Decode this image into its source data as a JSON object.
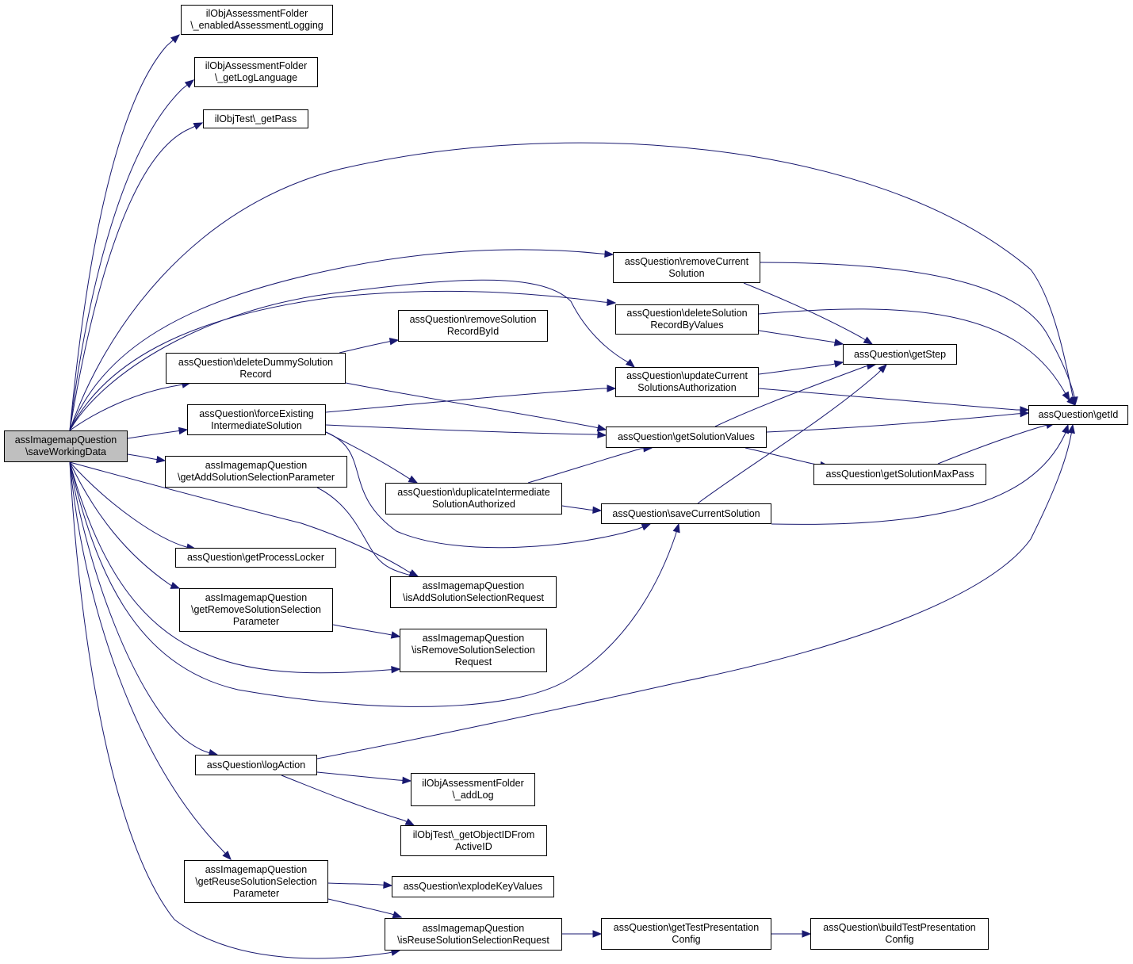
{
  "diagram": {
    "colors": {
      "edge": "#191970",
      "root_fill": "#bfbfbf",
      "node_fill": "#ffffff",
      "node_border": "#000000"
    },
    "nodes": [
      {
        "id": "root",
        "lines": [
          "assImagemapQuestion",
          "\\saveWorkingData"
        ],
        "root": true
      },
      {
        "id": "enabledLogging",
        "lines": [
          "ilObjAssessmentFolder",
          "\\_enabledAssessmentLogging"
        ]
      },
      {
        "id": "getLogLanguage",
        "lines": [
          "ilObjAssessmentFolder",
          "\\_getLogLanguage"
        ]
      },
      {
        "id": "getPass",
        "lines": [
          "ilObjTest\\_getPass"
        ]
      },
      {
        "id": "removeCurrent",
        "lines": [
          "assQuestion\\removeCurrent",
          "Solution"
        ]
      },
      {
        "id": "deleteByValues",
        "lines": [
          "assQuestion\\deleteSolution",
          "RecordByValues"
        ]
      },
      {
        "id": "removeById",
        "lines": [
          "assQuestion\\removeSolution",
          "RecordById"
        ]
      },
      {
        "id": "deleteDummy",
        "lines": [
          "assQuestion\\deleteDummySolution",
          "Record"
        ]
      },
      {
        "id": "updateAuth",
        "lines": [
          "assQuestion\\updateCurrent",
          "SolutionsAuthorization"
        ]
      },
      {
        "id": "getStep",
        "lines": [
          "assQuestion\\getStep"
        ]
      },
      {
        "id": "getId",
        "lines": [
          "assQuestion\\getId"
        ]
      },
      {
        "id": "forceExisting",
        "lines": [
          "assQuestion\\forceExisting",
          "IntermediateSolution"
        ]
      },
      {
        "id": "getSolutionValues",
        "lines": [
          "assQuestion\\getSolutionValues"
        ]
      },
      {
        "id": "getAddParam",
        "lines": [
          "assImagemapQuestion",
          "\\getAddSolutionSelectionParameter"
        ]
      },
      {
        "id": "getMaxPass",
        "lines": [
          "assQuestion\\getSolutionMaxPass"
        ]
      },
      {
        "id": "duplicate",
        "lines": [
          "assQuestion\\duplicateIntermediate",
          "SolutionAuthorized"
        ]
      },
      {
        "id": "saveCurrent",
        "lines": [
          "assQuestion\\saveCurrentSolution"
        ]
      },
      {
        "id": "getLocker",
        "lines": [
          "assQuestion\\getProcessLocker"
        ]
      },
      {
        "id": "isAddReq",
        "lines": [
          "assImagemapQuestion",
          "\\isAddSolutionSelectionRequest"
        ]
      },
      {
        "id": "getRemoveParam",
        "lines": [
          "assImagemapQuestion",
          "\\getRemoveSolutionSelection",
          "Parameter"
        ]
      },
      {
        "id": "isRemoveReq",
        "lines": [
          "assImagemapQuestion",
          "\\isRemoveSolutionSelection",
          "Request"
        ]
      },
      {
        "id": "logAction",
        "lines": [
          "assQuestion\\logAction"
        ]
      },
      {
        "id": "addLog",
        "lines": [
          "ilObjAssessmentFolder",
          "\\_addLog"
        ]
      },
      {
        "id": "getObjectId",
        "lines": [
          "ilObjTest\\_getObjectIDFrom",
          "ActiveID"
        ]
      },
      {
        "id": "getReuseParam",
        "lines": [
          "assImagemapQuestion",
          "\\getReuseSolutionSelection",
          "Parameter"
        ]
      },
      {
        "id": "explode",
        "lines": [
          "assQuestion\\explodeKeyValues"
        ]
      },
      {
        "id": "isReuseReq",
        "lines": [
          "assImagemapQuestion",
          "\\isReuseSolutionSelectionRequest"
        ]
      },
      {
        "id": "getTestPres",
        "lines": [
          "assQuestion\\getTestPresentation",
          "Config"
        ]
      },
      {
        "id": "buildTestPres",
        "lines": [
          "assQuestion\\buildTestPresentation",
          "Config"
        ]
      }
    ]
  }
}
